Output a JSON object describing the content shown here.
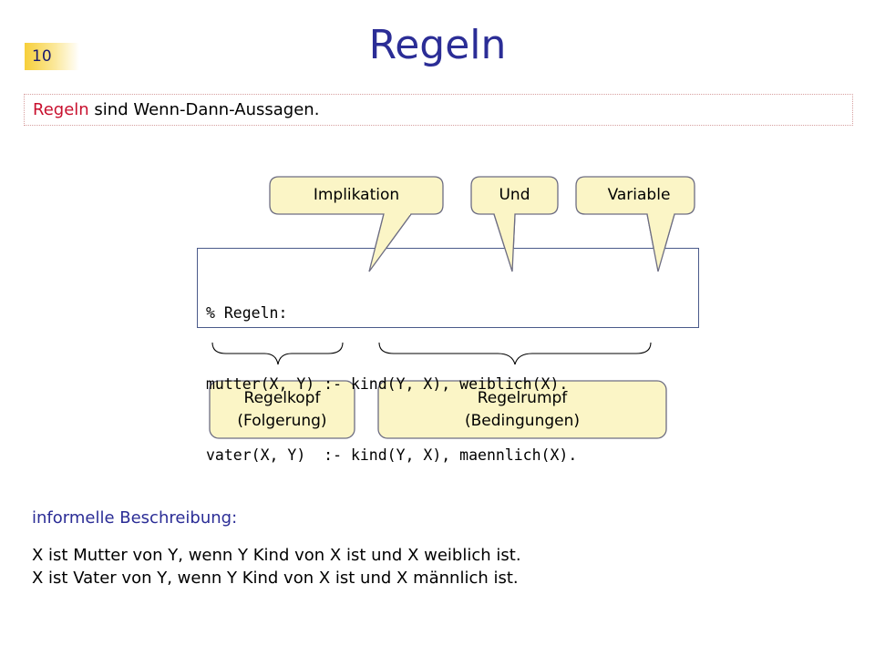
{
  "slide": {
    "number": "10",
    "title": "Regeln",
    "subtitle": {
      "accent": "Regeln",
      "rest": " sind Wenn-Dann-Aussagen."
    }
  },
  "code": {
    "lines": [
      "% Regeln:",
      "mutter(X, Y) :- kind(Y, X), weiblich(X).",
      "vater(X, Y)  :- kind(Y, X), maennlich(X)."
    ]
  },
  "callouts": {
    "implikation": "Implikation",
    "und": "Und",
    "variable": "Variable"
  },
  "groups": {
    "kopf": {
      "line1": "Regelkopf",
      "line2": "(Folgerung)"
    },
    "rumpf": {
      "line1": "Regelrumpf",
      "line2": "(Bedingungen)"
    }
  },
  "description": {
    "heading": "informelle Beschreibung:",
    "lines": [
      "X ist Mutter von Y, wenn Y Kind von X ist und X weiblich ist.",
      "X ist Vater von Y, wenn Y Kind von X ist und X männlich ist."
    ]
  },
  "colors": {
    "callout_fill": "#fbf5c6",
    "callout_stroke": "#6d6d82",
    "title": "#2b2d96",
    "accent": "#c8102e"
  }
}
